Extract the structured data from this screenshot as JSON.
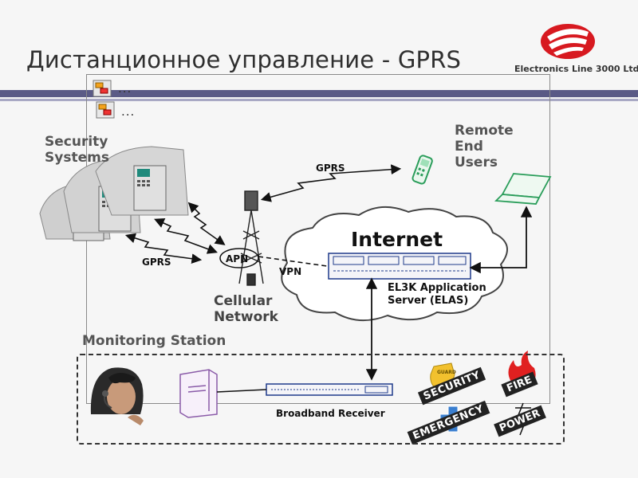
{
  "title": "Дистанционное управление - GPRS",
  "brand": {
    "text": "Electronics Line 3000 Ltd.",
    "logo_color": "#d71920"
  },
  "nav_links": [
    "...",
    "..."
  ],
  "labels": {
    "security_systems": "Security Systems",
    "remote_end_users": "Remote End Users",
    "gprs_left": "GPRS",
    "gprs_top": "GPRS",
    "apn": "APN",
    "vpn": "VPN",
    "cellular_network": "Cellular Network",
    "internet": "Internet",
    "elas": "EL3K Application Server (ELAS)",
    "monitoring_station": "Monitoring Station",
    "broadband_receiver": "Broadband Receiver"
  },
  "alarm_types": {
    "security": "SECURITY",
    "guard": "GUARD",
    "fire": "FIRE",
    "emergency": "EMERGENCY",
    "power": "POWER"
  },
  "colors": {
    "header_bar": "#5a5a86",
    "header_bar_light": "#a9a9c4",
    "device_accent": "#1f8a7c",
    "phone_green": "#2a9d5a",
    "fire_red": "#e02020",
    "security_yellow": "#f2c12e",
    "emergency_blue": "#3a7fd0"
  }
}
